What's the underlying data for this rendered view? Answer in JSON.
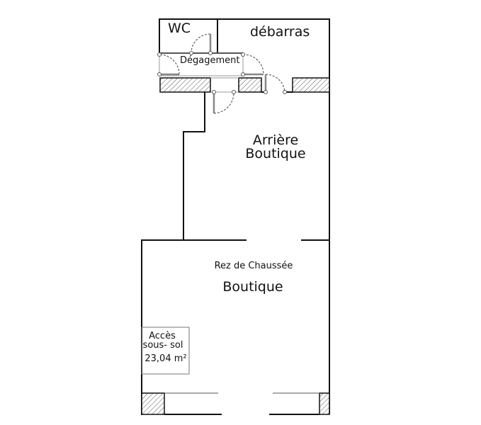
{
  "rooms": {
    "wc": "WC",
    "debarras": "débarras",
    "degagement": "Dégagement",
    "arriere_line1": "Arrière",
    "arriere_line2": "Boutique",
    "level": "Rez de Chaussée",
    "boutique": "Boutique",
    "acces_line1": "Accès",
    "acces_line2": "sous- sol",
    "acces_area": "23,04 m²"
  }
}
